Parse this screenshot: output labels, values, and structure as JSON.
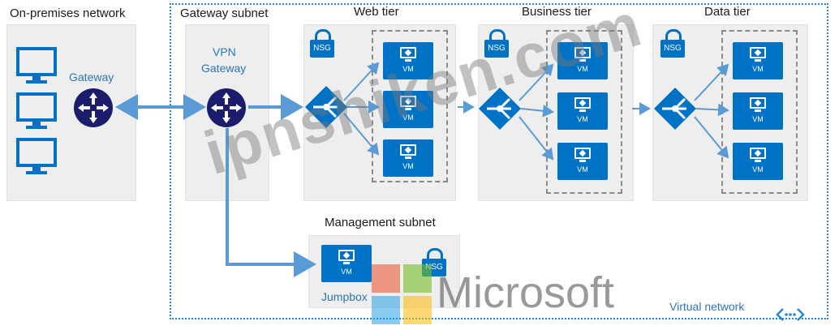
{
  "labels": {
    "on_premises": "On-premises network",
    "gateway_subnet": "Gateway subnet",
    "web_tier": "Web tier",
    "business_tier": "Business tier",
    "data_tier": "Data tier",
    "gateway": "Gateway",
    "vpn_gateway_line1": "VPN",
    "vpn_gateway_line2": "Gateway",
    "management_subnet": "Management subnet",
    "jumpbox": "Jumpbox",
    "virtual_network": "Virtual network"
  },
  "vm_label": "VM",
  "nsg_label": "NSG",
  "watermarks": {
    "site": "ipnshiken.com",
    "brand": "Microsoft"
  },
  "colors": {
    "azure_blue": "#0072c6",
    "router_navy": "#1c1c6c",
    "connector": "#5b9bd5",
    "vnet_border": "#2a86c9",
    "panel_bg": "#eeeeee"
  }
}
